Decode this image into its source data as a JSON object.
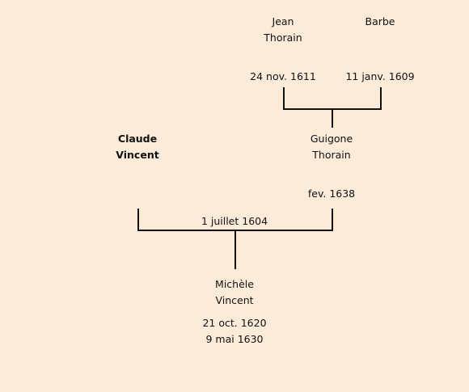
{
  "tree": {
    "jean_thorain": {
      "first": "Jean",
      "last": "Thorain",
      "date": "24 nov. 1611"
    },
    "barbe": {
      "first": "Barbe",
      "date": "11 janv. 1609"
    },
    "guigone_thorain": {
      "first": "Guigone",
      "last": "Thorain",
      "date": "fev. 1638"
    },
    "claude_vincent": {
      "first": "Claude",
      "last": "Vincent"
    },
    "marriage": {
      "date": "1 juillet 1604"
    },
    "michele_vincent": {
      "first": "Michèle",
      "last": "Vincent",
      "birth": "21 oct. 1620",
      "death": "9 mai 1630"
    }
  }
}
